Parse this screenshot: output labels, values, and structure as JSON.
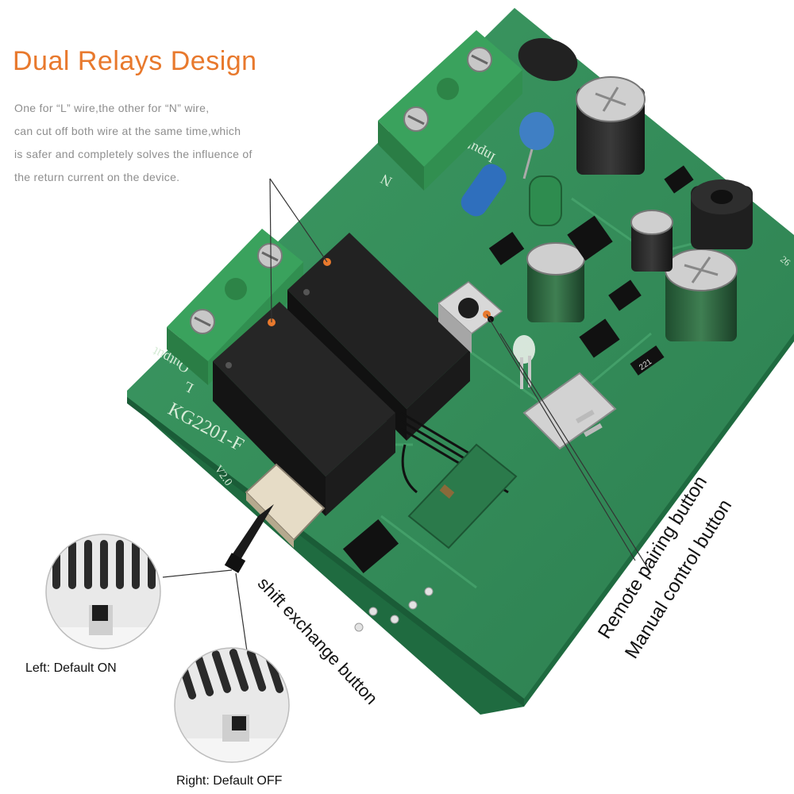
{
  "headline": "Dual Relays Design",
  "description_lines": [
    "One for “L” wire,the other for “N” wire,",
    "can cut off both wire at the same time,which",
    "is safer and completely solves the influence of",
    "the return current on the device."
  ],
  "board_labels": {
    "model": "KG2201-F",
    "version": "V2.0",
    "input": "Input",
    "output": "Output",
    "n_terminal": "N",
    "l_terminal": "L",
    "resistor_code": "221",
    "edge_number": "26"
  },
  "callouts": {
    "shift_button": "shift exchange button",
    "remote_pairing": "Remote pairing button",
    "manual_control": "Manual control button"
  },
  "insets": {
    "left_caption": "Left: Default ON",
    "right_caption": "Right: Default OFF"
  },
  "colors": {
    "accent": "#e8792d",
    "pcb_green": "#2f8a55",
    "terminal_green": "#3aa25d",
    "relay_black": "#1b1b1b"
  }
}
